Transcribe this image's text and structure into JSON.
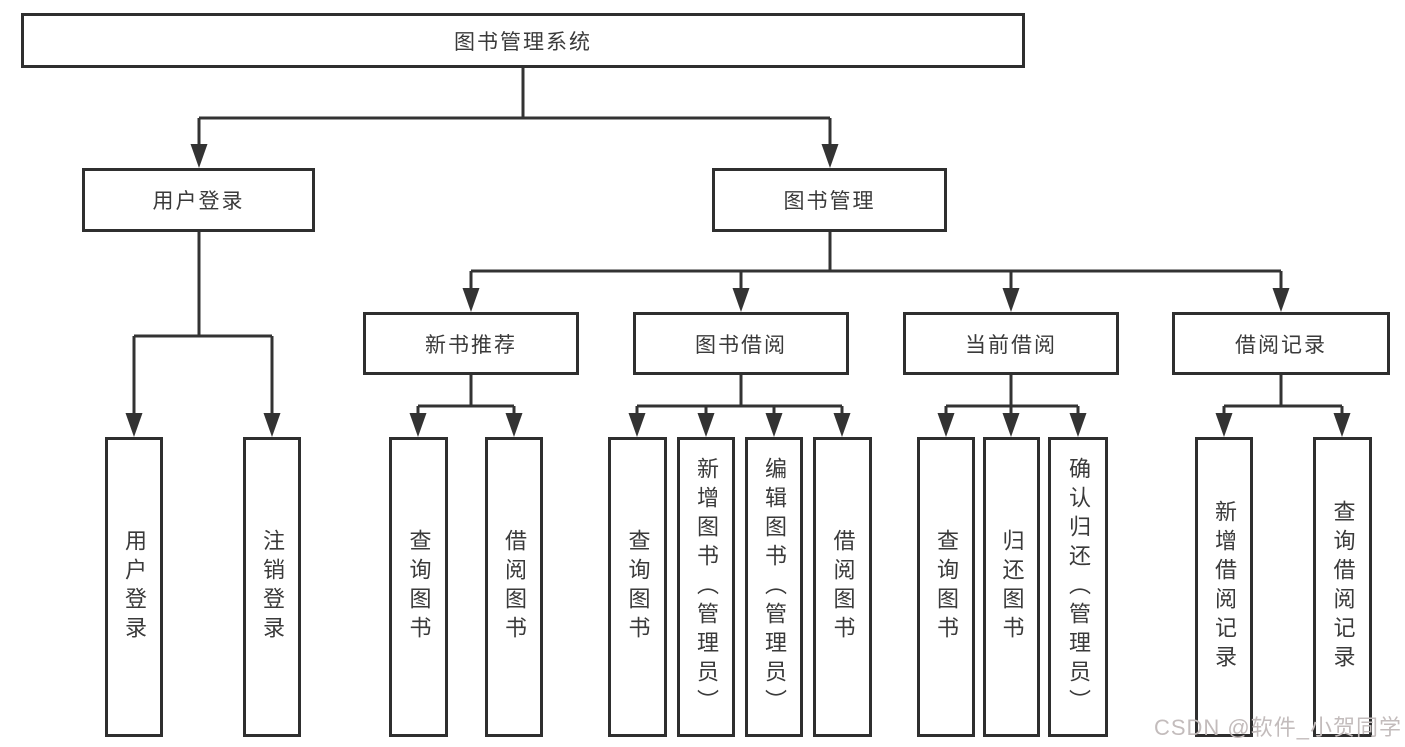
{
  "colors": {
    "line": "#333333",
    "box_border": "#2f2f2f",
    "text": "#3a3a3a",
    "watermark": "#c3bcbc",
    "background": "#ffffff"
  },
  "tree": {
    "root": {
      "label": "图书管理系统",
      "children": [
        {
          "label": "用户登录",
          "children": [
            {
              "label": "用户登录"
            },
            {
              "label": "注销登录"
            }
          ]
        },
        {
          "label": "图书管理",
          "children": [
            {
              "label": "新书推荐",
              "children": [
                {
                  "label": "查询图书"
                },
                {
                  "label": "借阅图书"
                }
              ]
            },
            {
              "label": "图书借阅",
              "children": [
                {
                  "label": "查询图书"
                },
                {
                  "label": "新增图书（管理员）"
                },
                {
                  "label": "编辑图书（管理员）"
                },
                {
                  "label": "借阅图书"
                }
              ]
            },
            {
              "label": "当前借阅",
              "children": [
                {
                  "label": "查询图书"
                },
                {
                  "label": "归还图书"
                },
                {
                  "label": "确认归还（管理员）"
                }
              ]
            },
            {
              "label": "借阅记录",
              "children": [
                {
                  "label": "新增借阅记录"
                },
                {
                  "label": "查询借阅记录"
                }
              ]
            }
          ]
        }
      ]
    }
  },
  "watermark": {
    "text": "CSDN @软件_小贺同学"
  }
}
